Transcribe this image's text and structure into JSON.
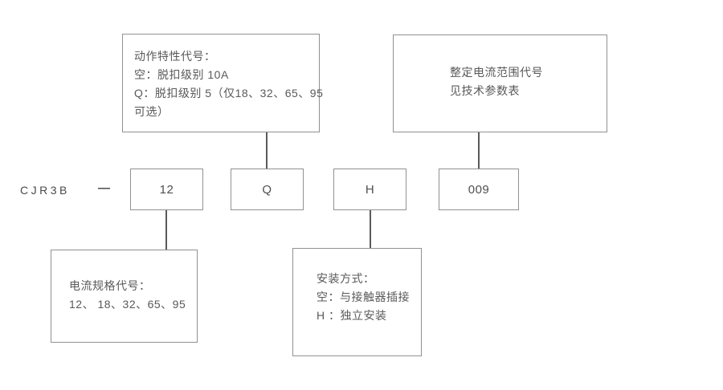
{
  "model": {
    "prefix": "CJR3B",
    "separator": "—",
    "segments": [
      {
        "name": "current-spec-code",
        "value": "12"
      },
      {
        "name": "trip-class-code",
        "value": "Q"
      },
      {
        "name": "mounting-code",
        "value": "H"
      },
      {
        "name": "current-range-code",
        "value": "009"
      }
    ]
  },
  "callouts": {
    "action_characteristic": {
      "lines": [
        "动作特性代号：",
        "空：脱扣级别 10A",
        "Q：脱扣级别 5（仅18、32、65、95",
        "可选）"
      ]
    },
    "current_range": {
      "lines": [
        "整定电流范围代号",
        "见技术参数表"
      ]
    },
    "current_spec": {
      "lines": [
        "电流规格代号：",
        "12、  18、32、65、95"
      ]
    },
    "mounting": {
      "lines": [
        "安装方式：",
        "空：与接触器插接",
        "H ：独立安装"
      ]
    }
  },
  "colors": {
    "background": "#ffffff",
    "box_border": "#919191",
    "text": "#595959",
    "connector": "#5a5a5a"
  }
}
